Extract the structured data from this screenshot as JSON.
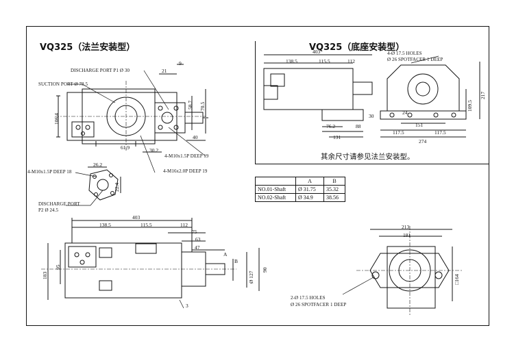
{
  "title_left": "VQ325（法兰安装型）",
  "title_right": "VQ325（底座安装型）",
  "note_right": "其余尺寸请参见法兰安装型。",
  "labels": {
    "discharge_p1": "DISCHARGE PORT P1 Ø 30",
    "suction_port": "SUCTION PORT Ø 78.5",
    "m10_deep19": "4-M10x1.5P DEEP 19",
    "m16_deep19": "4-M16x2.0P DEEP 19",
    "m10_deep18": "4-M10x1.5P DEEP 18",
    "discharge_p2_line1": "DISCHARGE PORT",
    "discharge_p2_line2": "P2 Ø 24.5",
    "holes_top_1": "4-Ø 17.5 HOLES",
    "holes_top_2": "Ø 26 SPOTFACER 1 DEEP",
    "holes_bottom_1": "2-Ø 17.5 HOLES",
    "holes_bottom_2": "Ø 26 SPOTFACER 1 DEEP"
  },
  "dims": {
    "d403_top": "403",
    "d138_5_top": "138.5",
    "d115_5_top": "115.5",
    "d112_top": "112",
    "d217": "217",
    "d109_5": "109.5",
    "d24": "24",
    "d151": "151",
    "d117_5_l": "117.5",
    "d117_5_r": "117.5",
    "d274": "274",
    "d76_2": "76.2",
    "d88": "88",
    "d131": "131",
    "d30_inset": "30",
    "d21": "21",
    "d9": "9",
    "d58_7": "58.7",
    "d70_5": "70.5",
    "d40": "40",
    "d106_4": "106.4",
    "d61_9": "61.9",
    "d30_2": "30.2",
    "d26_2": "26.2",
    "d22_4": "22.4",
    "d403": "403",
    "d138_5": "138.5",
    "d115_5": "115.5",
    "d112": "112",
    "d75": "75",
    "d63": "63",
    "d47": "47",
    "dA": "A",
    "dB": "B",
    "d127": "Ø 127",
    "d90": "90",
    "d3": "3",
    "d95": "95",
    "d183": "183",
    "d213": "213",
    "d181": "181",
    "d164": "□164"
  },
  "shaft_table": {
    "header": [
      "",
      "A",
      "B"
    ],
    "rows": [
      [
        "NO.01-Shaft",
        "Ø 31.75",
        "35.32"
      ],
      [
        "NO.02-Shaft",
        "Ø 34.9",
        "38.56"
      ]
    ]
  }
}
